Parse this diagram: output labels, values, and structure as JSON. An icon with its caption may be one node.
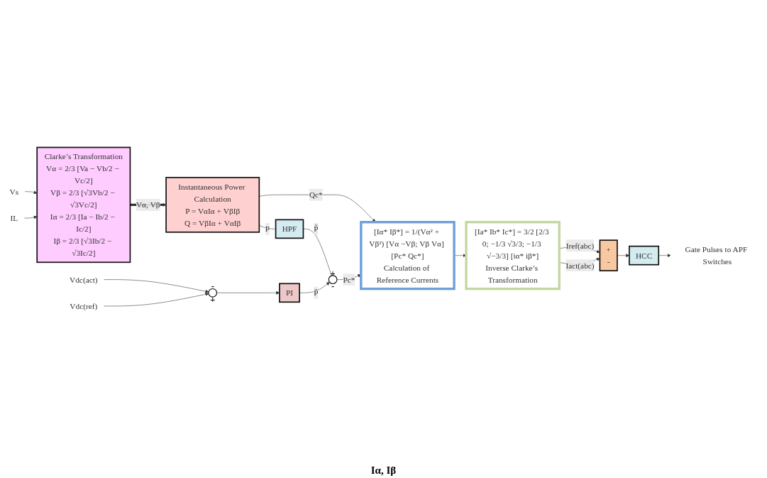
{
  "diagram": {
    "nodes": [
      {
        "text": [
          "Vs"
        ]
      },
      {
        "text": [
          "IL"
        ]
      },
      {
        "text": [
          "Clarke’s Transformation",
          "Vα = 2/3 [Va − Vb/2 − Vc/2]",
          "Vβ = 2/3 [√3Vb/2 − √3Vc/2]",
          "Iα = 2/3 [Ia − Ib/2 − Ic/2]",
          "Iβ = 2/3 [√3Ib/2 − √3Ic/2]"
        ]
      },
      {
        "text": [
          "Instantaneous Power Calculation",
          "P = VαIα + VβIβ",
          "Q = VβIα + VαIβ"
        ]
      },
      {
        "text": [
          "HPF"
        ]
      },
      {
        "text": [
          "+",
          "-"
        ]
      },
      {
        "text": [
          "PI"
        ]
      },
      {
        "text": [
          "-",
          "+"
        ]
      },
      {
        "text": [
          "Vdc(act)"
        ]
      },
      {
        "text": [
          "Vdc(ref)"
        ]
      },
      {
        "text": [
          "[Iα* Iβ*] = 1/(Vα² + Vβ²) [Vα −Vβ; Vβ Vα] [Pc* Qc*]",
          "Calculation of Reference Currents"
        ]
      },
      {
        "text": [
          "[Ia* Ib* Ic*] = 3/2 [2/3 0; −1/3 √3/3; −1/3 √−3/3] [iα* iβ*]",
          "Inverse Clarke’s Transformation"
        ]
      },
      {
        "text": [
          "+",
          "-"
        ]
      },
      {
        "text": [
          "HCC"
        ]
      },
      {
        "text": [
          "Gate Pulses to APF Switches"
        ]
      }
    ],
    "edges": [
      {
        "from": 0,
        "to": 2,
        "arrow": "to"
      },
      {
        "from": 1,
        "to": 2,
        "arrow": "to"
      },
      {
        "from": 2,
        "to": 3,
        "arrow": "to",
        "label": "Vα, Vβ",
        "style": "thick"
      },
      {
        "from": 3,
        "to": 4,
        "arrow": "none",
        "label": "P"
      },
      {
        "from": 4,
        "to": 5,
        "arrow": "none",
        "label": "P̃"
      },
      {
        "from": 6,
        "to": 5,
        "arrow": "to",
        "label": "P̄"
      },
      {
        "from": 3,
        "to": 10,
        "arrow": "to",
        "label": "Qc*"
      },
      {
        "from": 5,
        "to": 10,
        "arrow": "to",
        "label": "Pc*"
      },
      {
        "from": 8,
        "to": 7,
        "arrow": "to"
      },
      {
        "from": 9,
        "to": 7,
        "arrow": "to"
      },
      {
        "from": 7,
        "to": 6,
        "arrow": "to"
      },
      {
        "from": 10,
        "to": 11,
        "arrow": "to"
      },
      {
        "from": 11,
        "to": 12,
        "arrow": "to",
        "label": "Iref(abc)"
      },
      {
        "from": 11,
        "to": 12,
        "arrow": "to",
        "label": "Iact(abc)"
      },
      {
        "from": 12,
        "to": 13,
        "arrow": "to"
      },
      {
        "from": 13,
        "to": 14,
        "arrow": "to"
      }
    ],
    "labels": [
      "Iα, Iβ"
    ]
  }
}
